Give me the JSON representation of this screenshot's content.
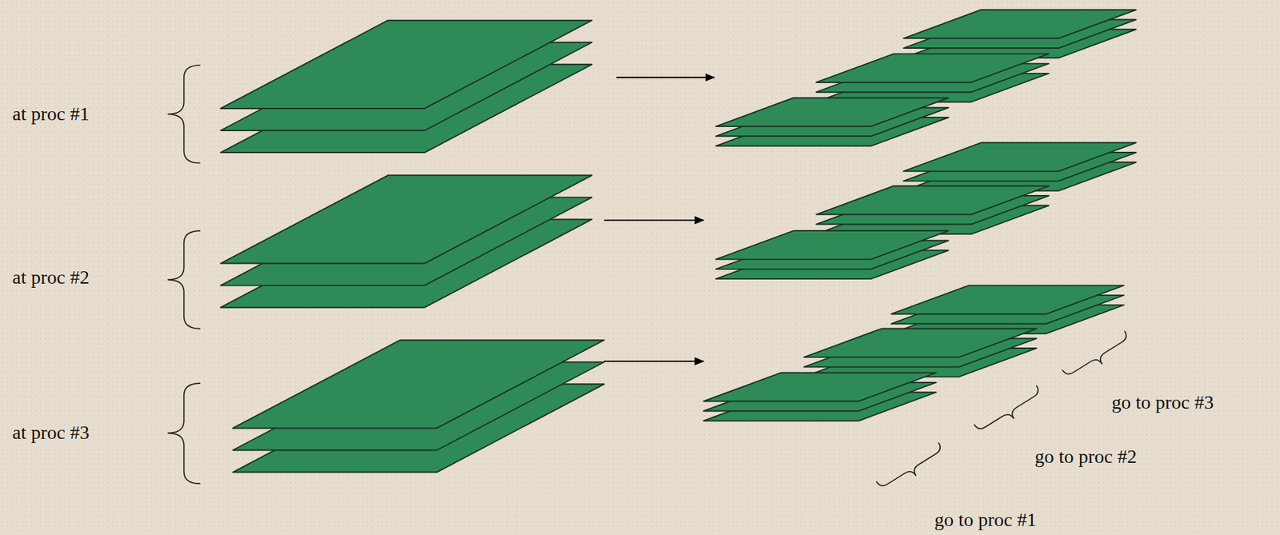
{
  "diagram": {
    "labels": [
      "at proc #1",
      "at proc #2",
      "at proc #3",
      "go to proc #3",
      "go to proc #2",
      "go to proc #1"
    ]
  }
}
